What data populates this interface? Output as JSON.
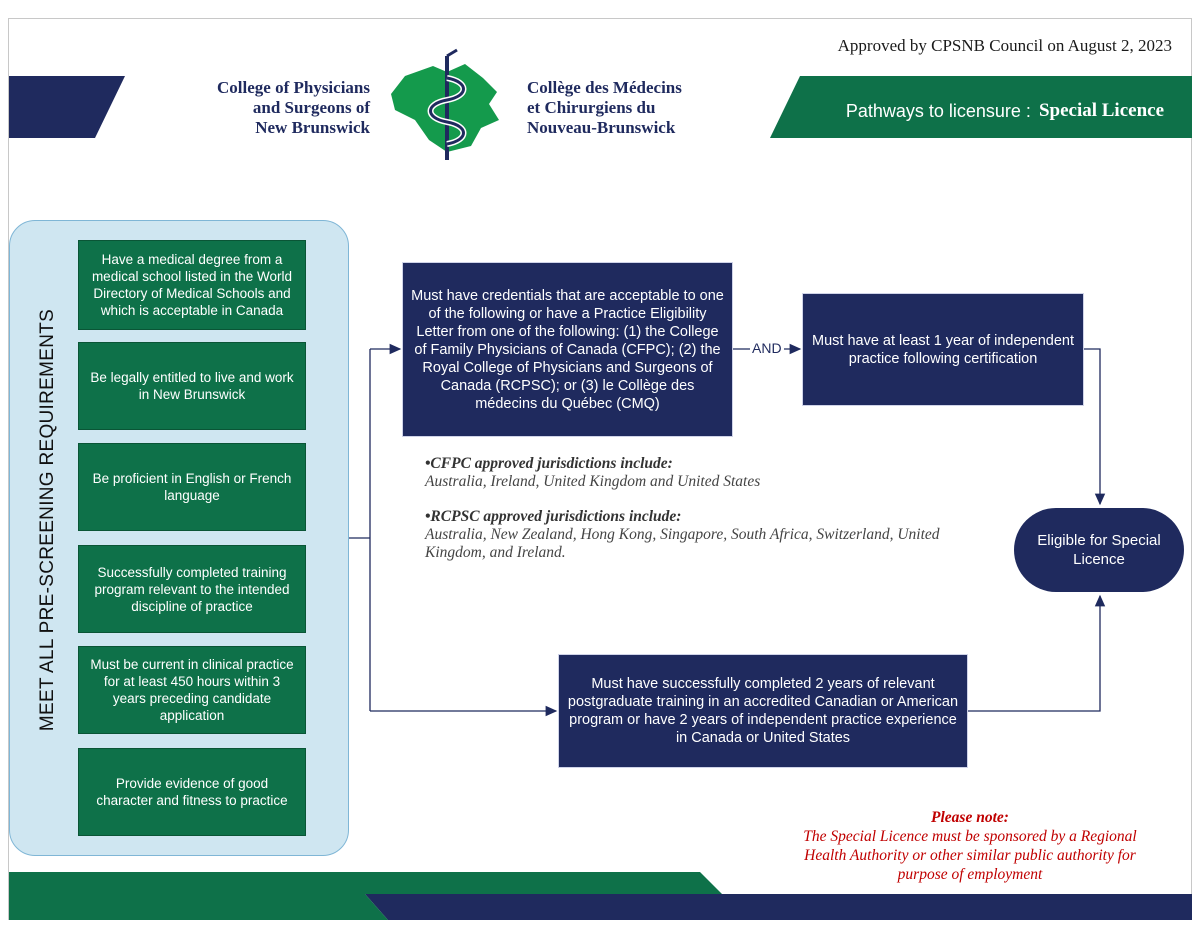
{
  "header": {
    "approved": "Approved by CPSNB Council on August 2, 2023",
    "college_en": [
      "College of Physicians",
      "and  Surgeons of",
      "New Brunswick"
    ],
    "college_fr": [
      "Collège des Médecins",
      "et Chirurgiens du",
      "Nouveau-Brunswick"
    ],
    "pathway_prefix": "Pathways to licensure :",
    "pathway_title": "Special Licence"
  },
  "left_panel": {
    "label": "MEET ALL PRE-SCREENING REQUIREMENTS",
    "items": [
      "Have a medical degree from a medical school listed in the World Directory of Medical Schools and which is acceptable in Canada",
      "Be legally entitled to live and work in New Brunswick",
      "Be proficient in English or French language",
      "Successfully completed training program relevant to the intended discipline of practice",
      "Must be current in clinical practice for at least 450 hours within 3 years preceding candidate application",
      "Provide evidence of good character and  fitness to practice"
    ]
  },
  "flow": {
    "credentials": "Must have credentials that are acceptable to one of the following or have a Practice Eligibility Letter from one of the following: (1) the College of Family Physicians of Canada (CFPC); (2) the Royal College of Physicians and Surgeons of Canada (RCPSC); or (3) le Collège des médecins du Québec (CMQ)",
    "and_label": "AND",
    "independent": "Must have at least 1 year of independent practice following certification",
    "postgrad": "Must have successfully completed 2 years of relevant postgraduate training in an accredited Canadian or American program or have 2 years of independent practice experience in Canada or United States",
    "eligible": "Eligible for Special Licence"
  },
  "jurisdictions": {
    "cfpc_heading": "•CFPC approved jurisdictions include:",
    "cfpc_list": "Australia, Ireland, United Kingdom  and United States",
    "rcpsc_heading": "•RCPSC approved jurisdictions include:",
    "rcpsc_list": "Australia, New Zealand, Hong Kong, Singapore, South Africa, Switzerland, United Kingdom, and Ireland."
  },
  "note": {
    "heading": "Please note:",
    "text": "The Special Licence must be sponsored by a Regional Health Authority or other similar public authority for purpose of employment"
  },
  "colors": {
    "navy": "#1f2a5e",
    "green": "#0e7149",
    "light_blue": "#cfe6f1",
    "red": "#c00000"
  }
}
